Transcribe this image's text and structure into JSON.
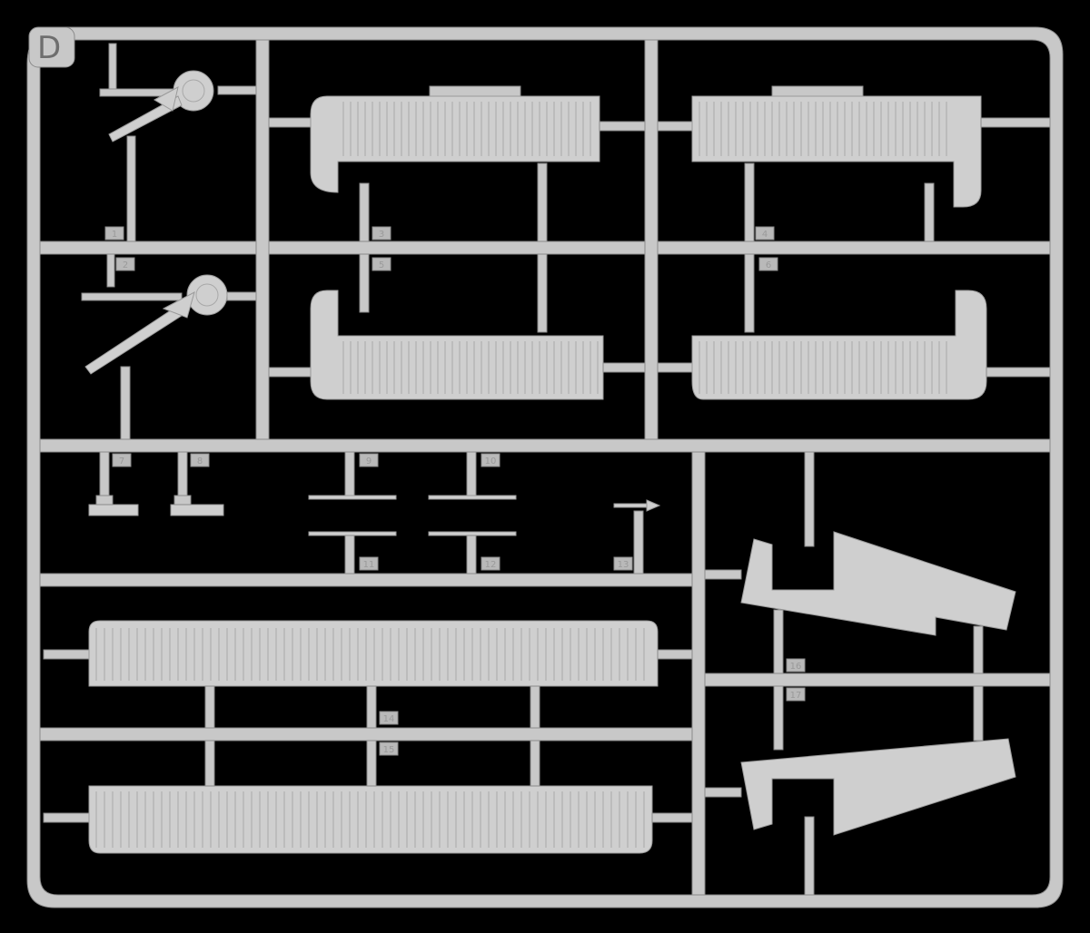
{
  "sprue": {
    "letter": "D",
    "colors": {
      "plastic": "#c8c8c8",
      "background": "#000000",
      "edge": "#8a8a8a"
    },
    "part_numbers": [
      "1",
      "2",
      "3",
      "4",
      "5",
      "6",
      "7",
      "8",
      "9",
      "10",
      "11",
      "12",
      "13",
      "14",
      "15",
      "16",
      "17"
    ]
  }
}
